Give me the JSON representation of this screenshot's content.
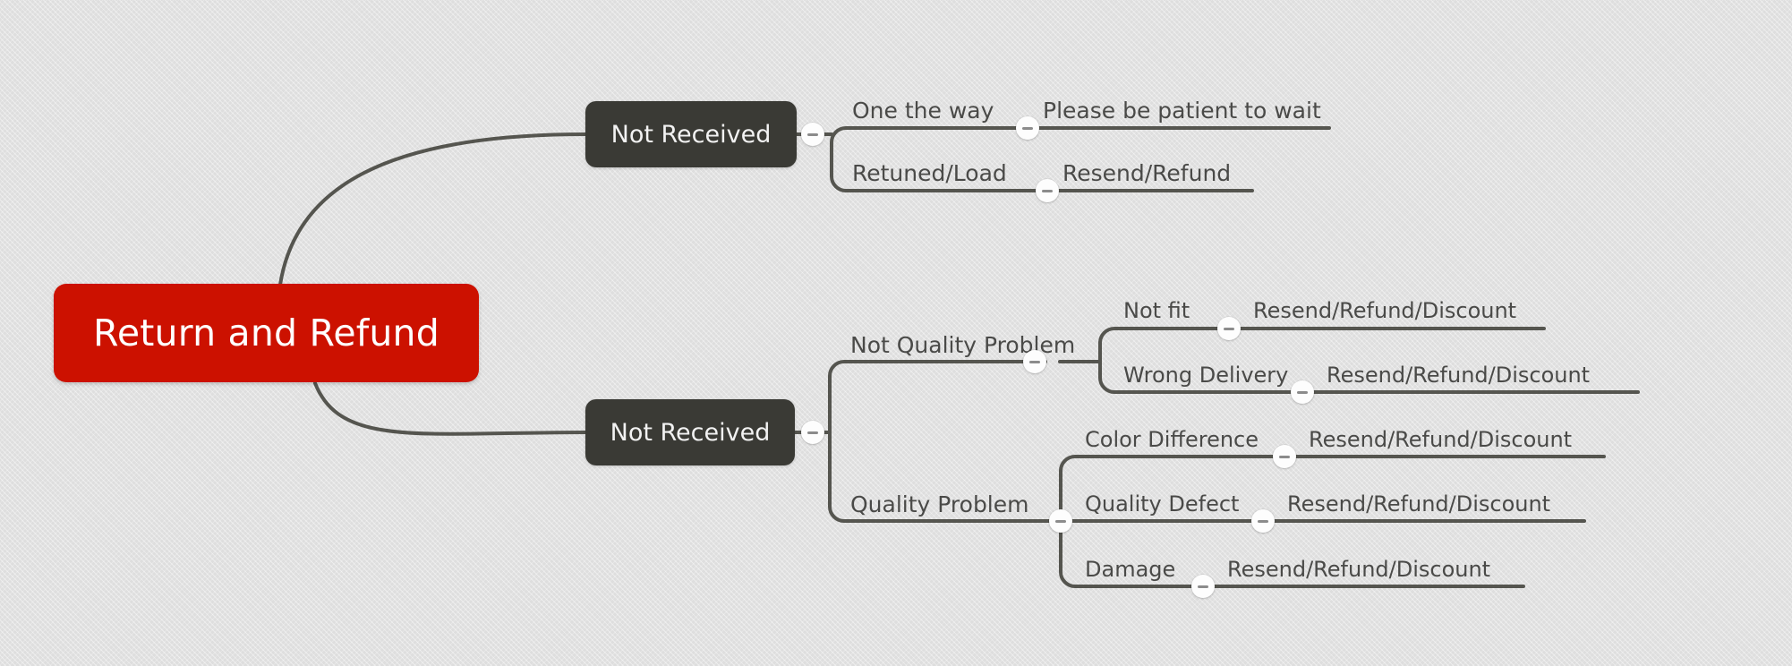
{
  "document": {
    "type": "mind-map",
    "background_color": "#e3e3e3",
    "line_color": "#55554f",
    "root_color": "#cc1100",
    "branch_node_color": "#3a3a35",
    "text_color": "#4a4a48",
    "toggle_icon_name": "collapse-minus-icon"
  },
  "root": {
    "label": "Return and Refund"
  },
  "branches": [
    {
      "label": "Not Received",
      "children": [
        {
          "label": "One the way",
          "detail": "Please be patient to wait"
        },
        {
          "label": "Retuned/Load",
          "detail": "Resend/Refund"
        }
      ]
    },
    {
      "label": "Not Received",
      "children": [
        {
          "label": "Not Quality Problem",
          "children": [
            {
              "label": "Not fit",
              "detail": "Resend/Refund/Discount"
            },
            {
              "label": "Wrong Delivery",
              "detail": "Resend/Refund/Discount"
            }
          ]
        },
        {
          "label": "Quality Problem",
          "children": [
            {
              "label": "Color Difference",
              "detail": "Resend/Refund/Discount"
            },
            {
              "label": "Quality Defect",
              "detail": "Resend/Refund/Discount"
            },
            {
              "label": "Damage",
              "detail": "Resend/Refund/Discount"
            }
          ]
        }
      ]
    }
  ]
}
